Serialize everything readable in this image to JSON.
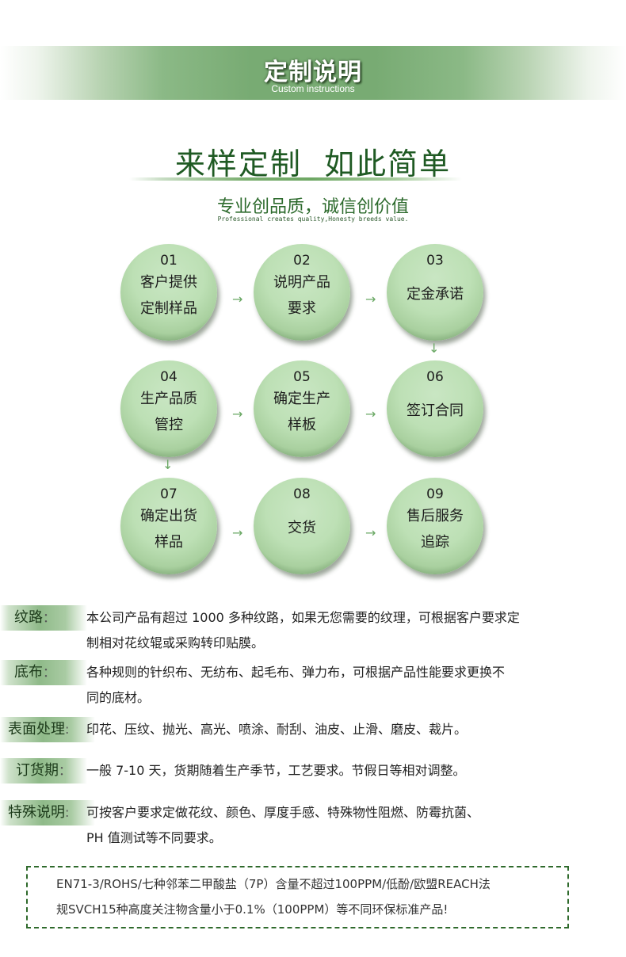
{
  "header": {
    "title": "定制说明",
    "subtitle": "Custom instructions"
  },
  "slogan": {
    "main": "来样定制  如此简单",
    "sub": "专业创品质，诚信创价值",
    "english": "Professional creates quality,Honesty breeds value."
  },
  "steps": [
    {
      "num": "01",
      "line1": "客户提供",
      "line2": "定制样品"
    },
    {
      "num": "02",
      "line1": "说明产品",
      "line2": "要求"
    },
    {
      "num": "03",
      "line1": "定金承诺",
      "line2": ""
    },
    {
      "num": "04",
      "line1": "生产品质",
      "line2": "管控"
    },
    {
      "num": "05",
      "line1": "确定生产",
      "line2": "样板"
    },
    {
      "num": "06",
      "line1": "签订合同",
      "line2": ""
    },
    {
      "num": "07",
      "line1": "确定出货",
      "line2": "样品"
    },
    {
      "num": "08",
      "line1": "交货",
      "line2": ""
    },
    {
      "num": "09",
      "line1": "售后服务",
      "line2": "追踪"
    }
  ],
  "arrows": {
    "right": "→",
    "down": "↓"
  },
  "info": [
    {
      "label": "纹路",
      "colon": "：",
      "lines": [
        "本公司产品有超过 1000 多种纹路，如果无您需要的纹理，可根据客户要求定",
        "制相对花纹辊或采购转印贴膜。"
      ]
    },
    {
      "label": "底布",
      "colon": "：",
      "lines": [
        "各种规则的针织布、无纺布、起毛布、弹力布，可根据产品性能要求更换不",
        "同的底材。"
      ]
    },
    {
      "label": "表面处理",
      "colon": ":",
      "lines": [
        "印花、压纹、抛光、高光、喷涂、耐刮、油皮、止滑、磨皮、裁片。"
      ]
    },
    {
      "label": "订货期",
      "colon": "：",
      "lines": [
        "一般 7-10 天，货期随着生产季节，工艺要求。节假日等相对调整。"
      ]
    },
    {
      "label": "特殊说明",
      "colon": ":",
      "lines": [
        "可按客户要求定做花纹、颜色、厚度手感、特殊物性阻燃、防霉抗菌、",
        "PH 值测试等不同要求。"
      ]
    }
  ],
  "notice": {
    "line1": "EN71-3/ROHS/七种邻苯二甲酸盐（7P）含量不超过100PPM/低酚/欧盟REACH法",
    "line2": "规SVCH15种高度关注物含量小于0.1%（100PPM）等不同环保标准产品!"
  },
  "colors": {
    "primary_green": "#1f5a23",
    "banner_green": "#78ab73",
    "circle_green": "#bde0b5",
    "arrow_green": "#6aa864",
    "dash_border": "#2f6a2c"
  }
}
